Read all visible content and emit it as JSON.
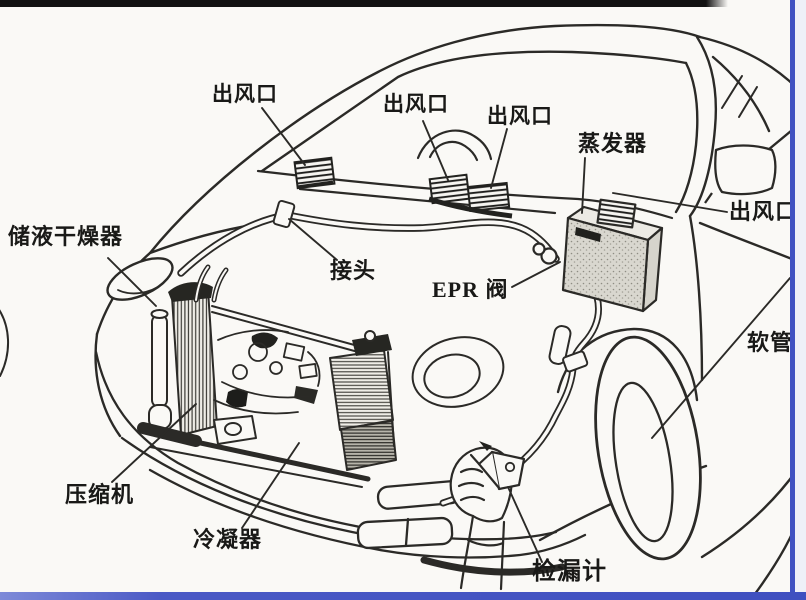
{
  "diagram": {
    "labels": {
      "outlet_dash_left": "出风口",
      "outlet_dash_mid": "出风口",
      "outlet_dash_right": "出风口",
      "outlet_side": "出风口",
      "evaporator": "蒸发器",
      "receiver_drier": "储液干燥器",
      "connector": "接头",
      "epr_valve": "EPR 阀",
      "hose": "软管",
      "compressor": "压缩机",
      "condenser": "冷凝器",
      "leak_detector": "检漏计"
    },
    "colors": {
      "paper": "#faf9f6",
      "ink": "#2b2a27",
      "top_bar": "#121212",
      "border_blue": "#3f51c2",
      "bottom_bar_blue": "#4a59c5"
    }
  }
}
